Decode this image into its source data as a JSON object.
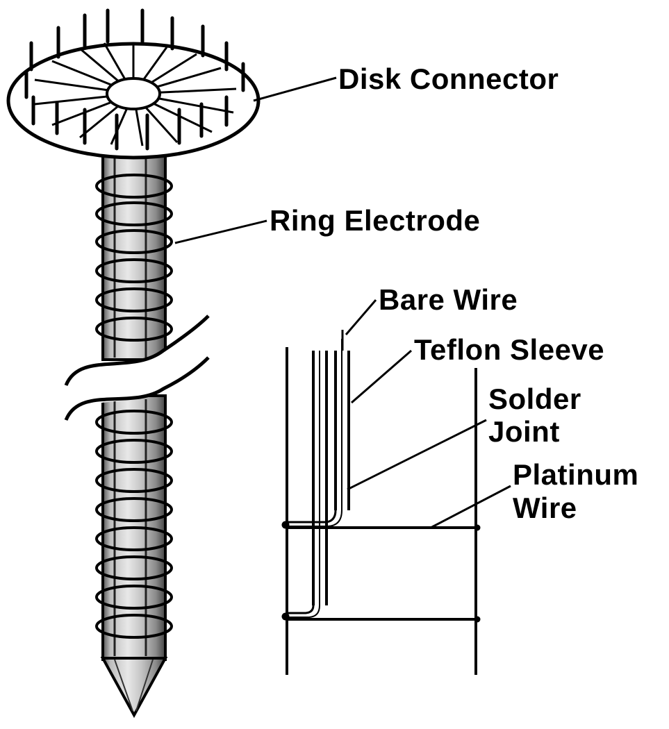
{
  "labels": {
    "disk_connector": "Disk Connector",
    "ring_electrode": "Ring Electrode",
    "bare_wire": "Bare Wire",
    "teflon_sleeve": "Teflon Sleeve",
    "solder_joint_1": "Solder",
    "solder_joint_2": "Joint",
    "platinum_wire_1": "Platinum",
    "platinum_wire_2": "Wire"
  },
  "colors": {
    "ink": "#000000",
    "shaft_gray": "#9a9a9a",
    "background": "#ffffff"
  }
}
